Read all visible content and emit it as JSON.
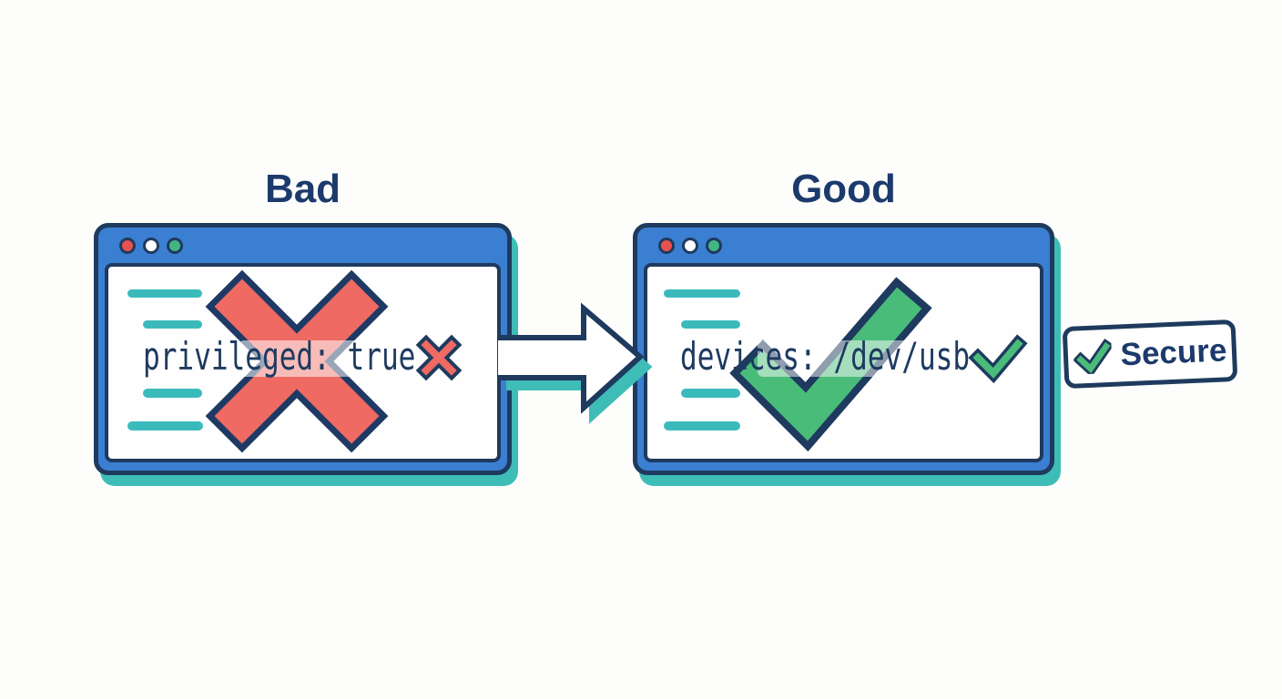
{
  "headings": {
    "bad": "Bad",
    "good": "Good"
  },
  "bad_window": {
    "code": "privileged: true",
    "result_icon": "cross",
    "window_controls": [
      "red",
      "white",
      "green"
    ],
    "placeholder_lines": 4
  },
  "good_window": {
    "code": "devices: /dev/usb",
    "result_icon": "check",
    "window_controls": [
      "red",
      "white",
      "green"
    ],
    "placeholder_lines": 4
  },
  "badge": {
    "label": "Secure",
    "icon": "check"
  },
  "colors": {
    "navy_outline": "#1e3a5e",
    "heading_navy": "#1c3a6b",
    "window_blue": "#3b7fd2",
    "teal_accent": "#3bbabc",
    "teal_shadow": "#3ebdb6",
    "error_red": "#ee6a63",
    "success_green": "#4abc7a",
    "control_red": "#e8524e",
    "control_green": "#43b583"
  }
}
